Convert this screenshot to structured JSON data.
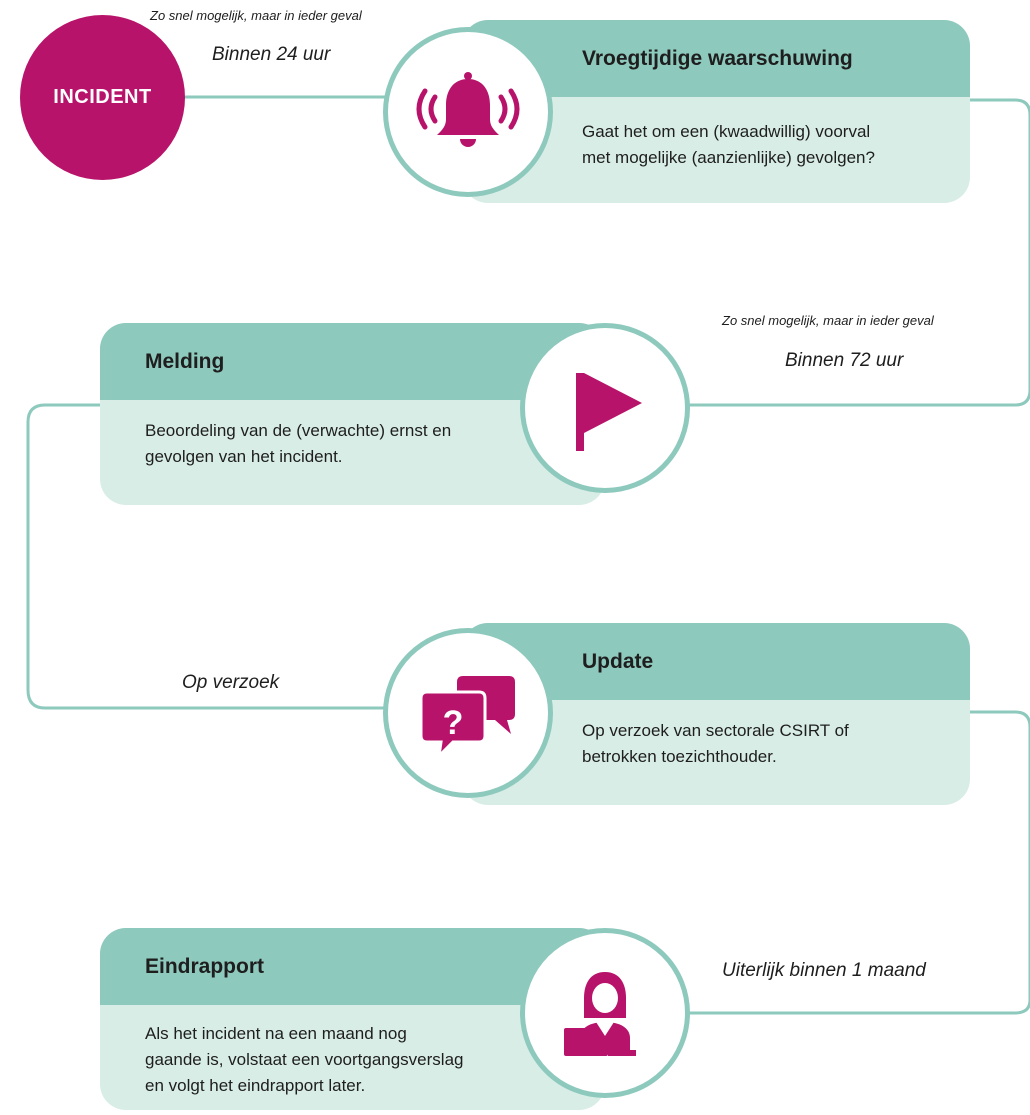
{
  "incident": {
    "label": "INCIDENT"
  },
  "steps": [
    {
      "title": "Vroegtijdige waarschuwing",
      "text_lines": [
        "Gaat het om een (kwaadwillig) voorval",
        "met mogelijke (aanzienlijke) gevolgen?"
      ],
      "icon": "bell-ringing-icon"
    },
    {
      "title": "Melding",
      "text_lines": [
        "Beoordeling van de (verwachte) ernst en",
        "gevolgen van het incident."
      ],
      "icon": "flag-icon"
    },
    {
      "title": "Update",
      "text_lines": [
        "Op verzoek van sectorale CSIRT of",
        "betrokken toezichthouder."
      ],
      "icon": "speech-bubbles-question-icon"
    },
    {
      "title": "Eindrapport",
      "text_lines": [
        "Als het incident na een maand nog",
        "gaande is, volstaat een voortgangsverslag",
        "en volgt het eindrapport later."
      ],
      "icon": "person-laptop-icon"
    }
  ],
  "timing": {
    "t1_small": "Zo snel mogelijk, maar in ieder geval",
    "t1_main": "Binnen 24 uur",
    "t2_small": "Zo snel mogelijk, maar in ieder geval",
    "t2_main": "Binnen 72 uur",
    "t3_main": "Op verzoek",
    "t4_main": "Uiterlijk binnen 1 maand"
  },
  "colors": {
    "accent": "#b8136a",
    "teal": "#8ec9bd",
    "teal_light": "#d8ede6"
  }
}
